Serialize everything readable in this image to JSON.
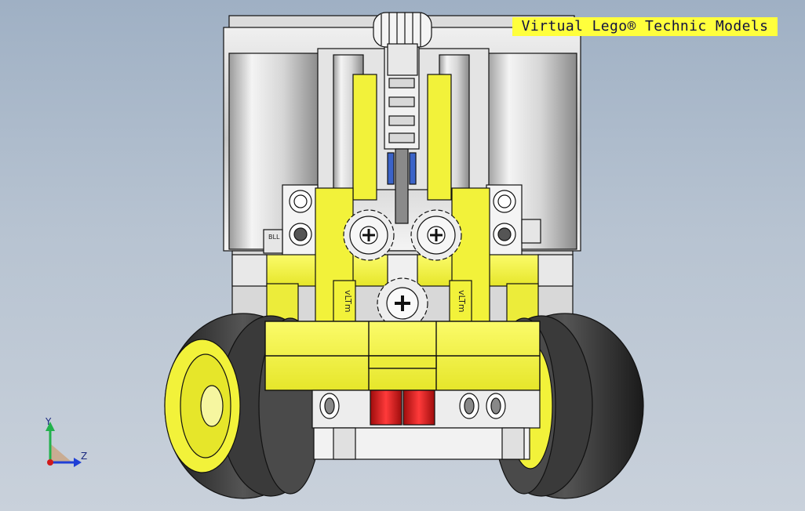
{
  "app": {
    "watermark": "Virtual Lego® Technic Models"
  },
  "triad": {
    "y_label": "Y",
    "z_label": "Z",
    "colors": {
      "y_axis": "#22b14c",
      "z_axis": "#1f3fd6",
      "x_axis": "#d11a1a",
      "plane": "#c9a98a"
    }
  },
  "model": {
    "colors": {
      "yellow": "#f2f23a",
      "yellow_dark": "#c9c91a",
      "gray_light": "#e8e8e8",
      "gray_mid": "#b8b8b8",
      "tire": "#2a2a2a",
      "red": "#e01b1b",
      "outline": "#111111"
    },
    "markings": {
      "left_beam": "vLTm",
      "right_beam": "vLTm",
      "plate": "BLL"
    }
  }
}
